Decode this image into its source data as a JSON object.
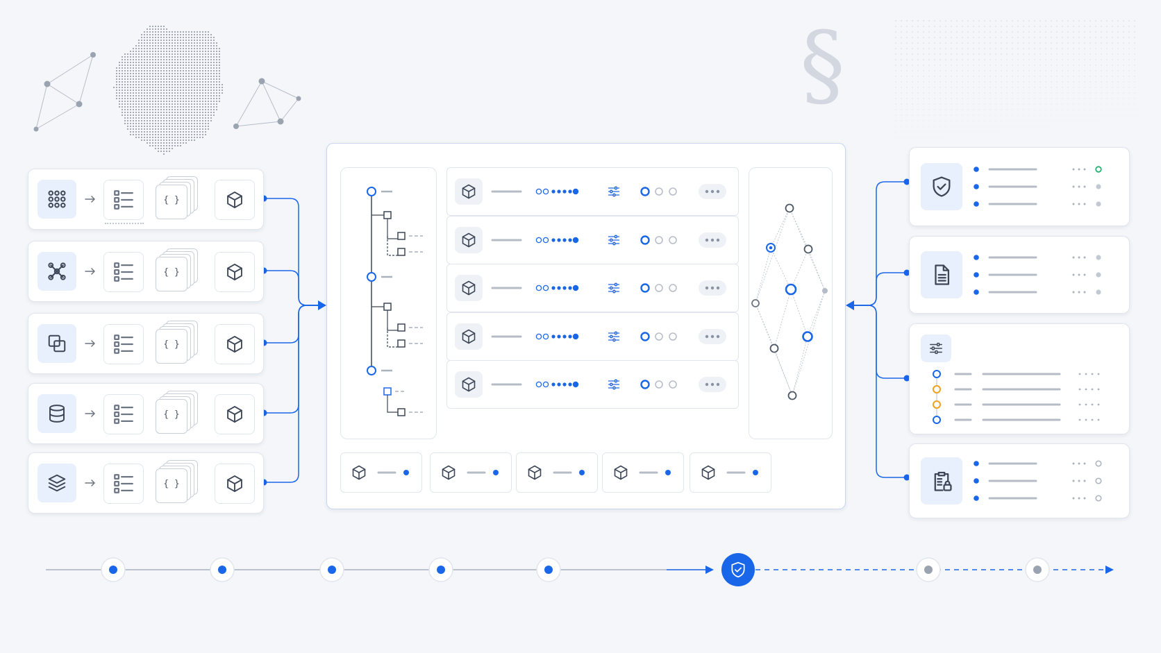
{
  "colors": {
    "accent": "#1a66e8",
    "line": "#1a66e8",
    "muted": "#c5ccd7",
    "bar": "#b5bcc7",
    "dark": "#4b5563",
    "orange": "#f0a020",
    "green": "#22b573",
    "bg": "#f4f6f9"
  },
  "decor": {
    "section_symbol": "§",
    "code_glyph": "{ }"
  },
  "sources": [
    {
      "icon": "grid-dots-icon"
    },
    {
      "icon": "network-icon"
    },
    {
      "icon": "overlap-squares-icon"
    },
    {
      "icon": "database-icon"
    },
    {
      "icon": "layers-icon"
    }
  ],
  "source_steps": [
    "list-icon",
    "code-stack-icon",
    "cube-icon"
  ],
  "hub": {
    "tree_nodes": 3,
    "rows": [
      {
        "icon": "cube-icon",
        "active_dots": 5,
        "status": "first"
      },
      {
        "icon": "cube-icon",
        "active_dots": 5,
        "status": "first"
      },
      {
        "icon": "cube-icon",
        "active_dots": 5,
        "status": "first"
      },
      {
        "icon": "cube-icon",
        "active_dots": 5,
        "status": "first"
      },
      {
        "icon": "cube-icon",
        "active_dots": 5,
        "status": "first"
      }
    ],
    "bottom_chips": [
      {
        "icon": "cube-icon"
      },
      {
        "icon": "cube-icon"
      },
      {
        "icon": "cube-icon"
      },
      {
        "icon": "cube-icon"
      },
      {
        "icon": "cube-icon"
      }
    ]
  },
  "outputs": [
    {
      "icon": "shield-check-icon",
      "lines": 3,
      "end_dot": [
        "green",
        "muted",
        "muted"
      ]
    },
    {
      "icon": "document-icon",
      "lines": 3,
      "end_dot": [
        "muted",
        "muted",
        "muted"
      ]
    },
    {
      "icon": "sliders-icon",
      "lines": 4,
      "markers": [
        "blue",
        "orange",
        "orange",
        "blue"
      ]
    },
    {
      "icon": "clipboard-lock-icon",
      "lines": 3,
      "end_dot": [
        "hollow",
        "hollow",
        "hollow"
      ]
    }
  ],
  "timeline": {
    "completed_steps": 5,
    "current": "shield-check-icon",
    "pending_steps": 2
  }
}
